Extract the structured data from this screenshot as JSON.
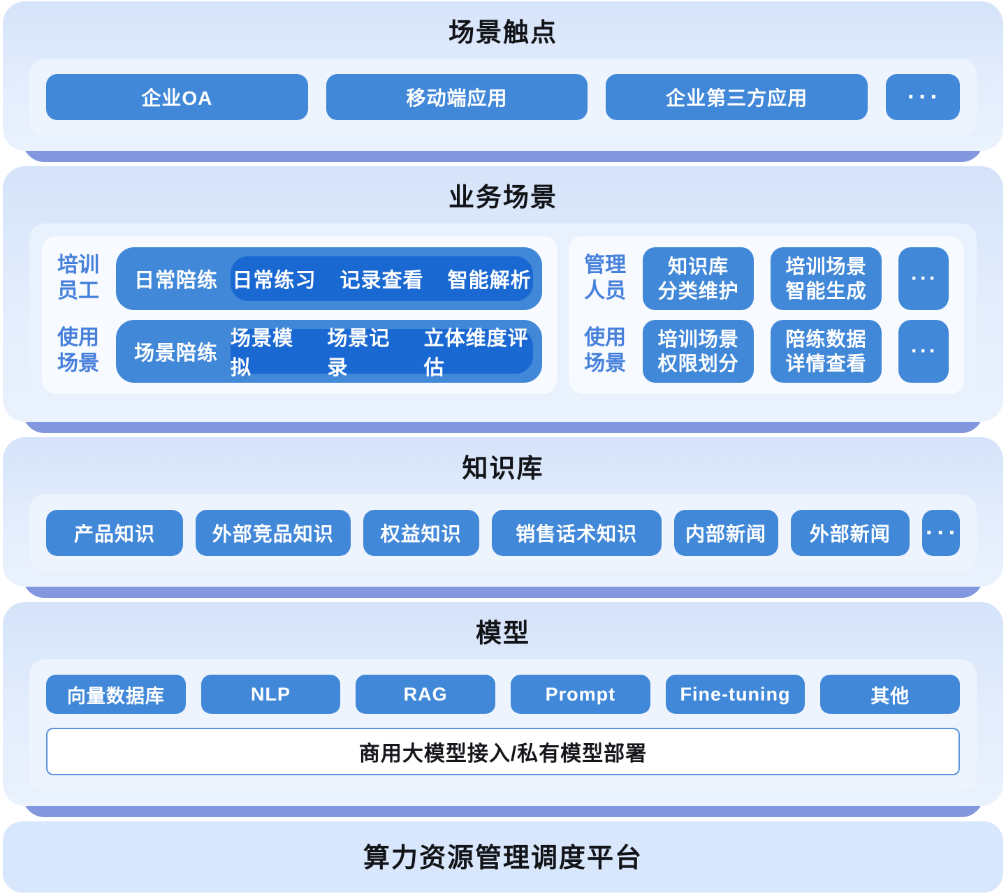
{
  "colors": {
    "chip_blue": "#4288D9",
    "pill_deep_blue": "#1A68D2",
    "shadow_periwinkle": "#8297DE",
    "band_gradient_top": "#D5E3FA",
    "band_gradient_bottom": "#EAF2FD",
    "tray_light": "#EDF4FD",
    "card_white": "#F7FAFE",
    "label_blue": "#4680DB",
    "banner_border": "#5B93DD",
    "title_ink": "#121418",
    "platform_band": "#D8E7FB"
  },
  "touchpoints": {
    "title": "场景触点",
    "items": [
      "企业OA",
      "移动端应用",
      "企业第三方应用"
    ],
    "more": "···"
  },
  "business": {
    "title": "业务场景",
    "trainee": {
      "rows": [
        {
          "label": [
            "培训",
            "员工"
          ],
          "tag": "日常陪练",
          "items": [
            "日常练习",
            "记录查看",
            "智能解析"
          ]
        },
        {
          "label": [
            "使用",
            "场景"
          ],
          "tag": "场景陪练",
          "items": [
            "场景模拟",
            "场景记录",
            "立体维度评估"
          ]
        }
      ]
    },
    "manager": {
      "rows": [
        {
          "label": [
            "管理",
            "人员"
          ],
          "buttons": [
            [
              "知识库",
              "分类维护"
            ],
            [
              "培训场景",
              "智能生成"
            ]
          ],
          "more": "···"
        },
        {
          "label": [
            "使用",
            "场景"
          ],
          "buttons": [
            [
              "培训场景",
              "权限划分"
            ],
            [
              "陪练数据",
              "详情查看"
            ]
          ],
          "more": "···"
        }
      ]
    }
  },
  "knowledge": {
    "title": "知识库",
    "items": [
      "产品知识",
      "外部竞品知识",
      "权益知识",
      "销售话术知识",
      "内部新闻",
      "外部新闻"
    ],
    "more": "···"
  },
  "model": {
    "title": "模型",
    "items": [
      "向量数据库",
      "NLP",
      "RAG",
      "Prompt",
      "Fine-tuning",
      "其他"
    ],
    "banner": "商用大模型接入/私有模型部署"
  },
  "platform": {
    "title": "算力资源管理调度平台"
  }
}
